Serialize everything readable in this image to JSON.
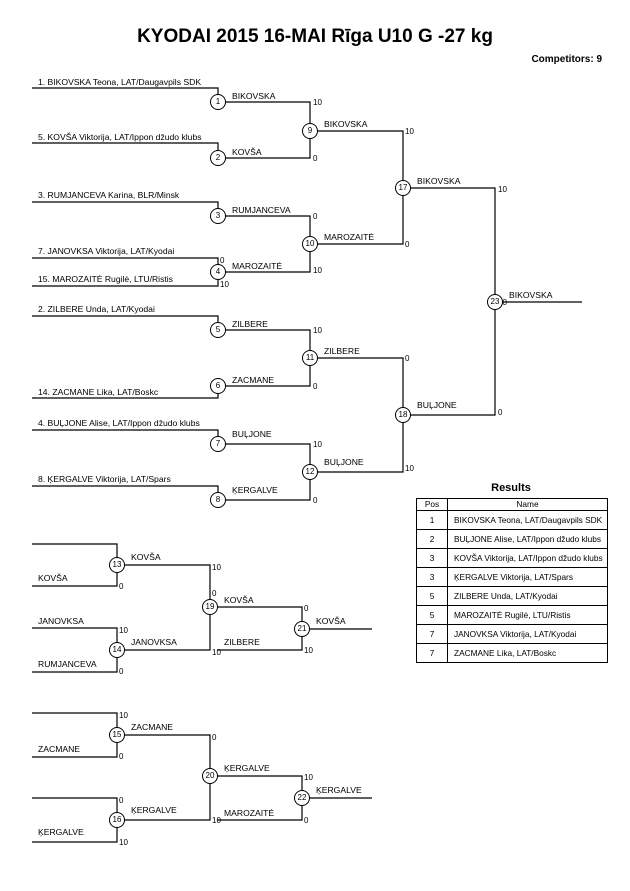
{
  "header": {
    "title": "KYODAI 2015  16-MAI  Rīga    U10 G -27 kg",
    "competitors": "Competitors: 9"
  },
  "entries": [
    "1. BIKOVSKA Teona, LAT/Daugavpils SDK",
    "5. KOVŠA Viktorija, LAT/Ippon džudo klubs",
    "3. RUMJANCEVA Karina, BLR/Minsk",
    "7. JANOVKSA Viktorija, LAT/Kyodai",
    "15. MAROZAITĖ Rugilė, LTU/Ristis",
    "2. ZILBERE Unda, LAT/Kyodai",
    "14. ZACMANE Lika, LAT/Boskc",
    "4. BUĻJONE Alise, LAT/Ippon džudo klubs",
    "8. ĶERGALVE Viktorija, LAT/Spars"
  ],
  "nodes": [
    "1",
    "2",
    "3",
    "4",
    "5",
    "6",
    "7",
    "8",
    "9",
    "10",
    "11",
    "12",
    "13",
    "14",
    "15",
    "16",
    "17",
    "18",
    "19",
    "20",
    "21",
    "22",
    "23"
  ],
  "winners": [
    "BIKOVSKA",
    "KOVŠA",
    "RUMJANCEVA",
    "MAROZAITĖ",
    "ZILBERE",
    "ZACMANE",
    "BUĻJONE",
    "ĶERGALVE",
    "BIKOVSKA",
    "MAROZAITĖ",
    "ZILBERE",
    "BUĻJONE",
    "BIKOVSKA",
    "BUĻJONE",
    "BIKOVSKA",
    "KOVŠA",
    "JANOVKSA",
    "KOVŠA",
    "ZILBERE",
    "KOVŠA",
    "ZACMANE",
    "ĶERGALVE",
    "ĶERGALVE",
    "MAROZAITĖ",
    "ĶERGALVE"
  ],
  "repechage_names": [
    "KOVŠA",
    "JANOVKSA",
    "RUMJANCEVA",
    "ZACMANE",
    "ĶERGALVE"
  ],
  "scores": [
    "10",
    "0",
    "0",
    "10",
    "0",
    "10",
    "0",
    "10",
    "10",
    "0",
    "10",
    "0",
    "0",
    "10",
    "10",
    "0",
    "10",
    "0",
    "10",
    "0",
    "10",
    "0",
    "0",
    "10",
    "0",
    "0",
    "10",
    "10",
    "0",
    "10",
    "0",
    "10",
    "0",
    "10",
    "0"
  ],
  "results": {
    "title": "Results",
    "col_pos": "Pos",
    "col_name": "Name",
    "rows": [
      {
        "pos": "1",
        "name": "BIKOVSKA Teona, LAT/Daugavpils SDK"
      },
      {
        "pos": "2",
        "name": "BUĻJONE Alise, LAT/Ippon džudo klubs"
      },
      {
        "pos": "3",
        "name": "KOVŠA Viktorija, LAT/Ippon džudo klubs"
      },
      {
        "pos": "3",
        "name": "ĶERGALVE Viktorija, LAT/Spars"
      },
      {
        "pos": "5",
        "name": "ZILBERE Unda, LAT/Kyodai"
      },
      {
        "pos": "5",
        "name": "MAROZAITĖ Rugilė, LTU/Ristis"
      },
      {
        "pos": "7",
        "name": "JANOVKSA Viktorija, LAT/Kyodai"
      },
      {
        "pos": "7",
        "name": "ZACMANE Lika, LAT/Boskc"
      }
    ]
  }
}
